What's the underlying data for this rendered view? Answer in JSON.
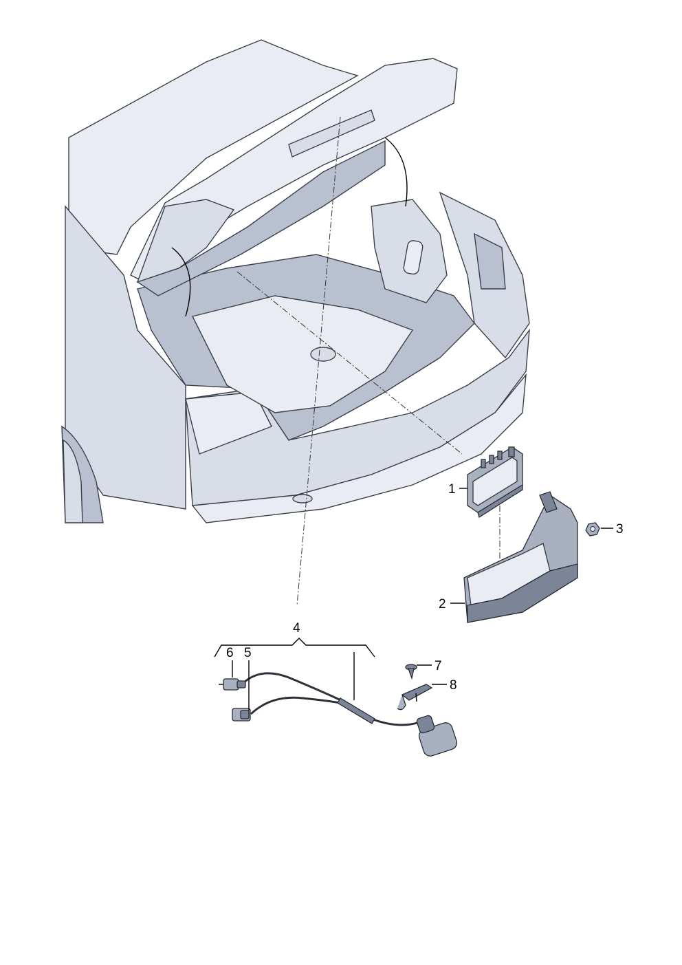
{
  "callouts": [
    {
      "id": "1",
      "label": "1",
      "part": "control-unit"
    },
    {
      "id": "2",
      "label": "2",
      "part": "mounting-bracket"
    },
    {
      "id": "3",
      "label": "3",
      "part": "nut"
    },
    {
      "id": "4",
      "label": "4",
      "part": "wiring-harness-assembly"
    },
    {
      "id": "5",
      "label": "5",
      "part": "cable-connector"
    },
    {
      "id": "6",
      "label": "6",
      "part": "cable-connector"
    },
    {
      "id": "7",
      "label": "7",
      "part": "clip-rivet"
    },
    {
      "id": "8",
      "label": "8",
      "part": "cable-holder"
    }
  ],
  "colors": {
    "body": "#d8dde8",
    "body_shadow": "#b9c0cf",
    "part": "#a9b1c1",
    "outline": "#262a33"
  }
}
